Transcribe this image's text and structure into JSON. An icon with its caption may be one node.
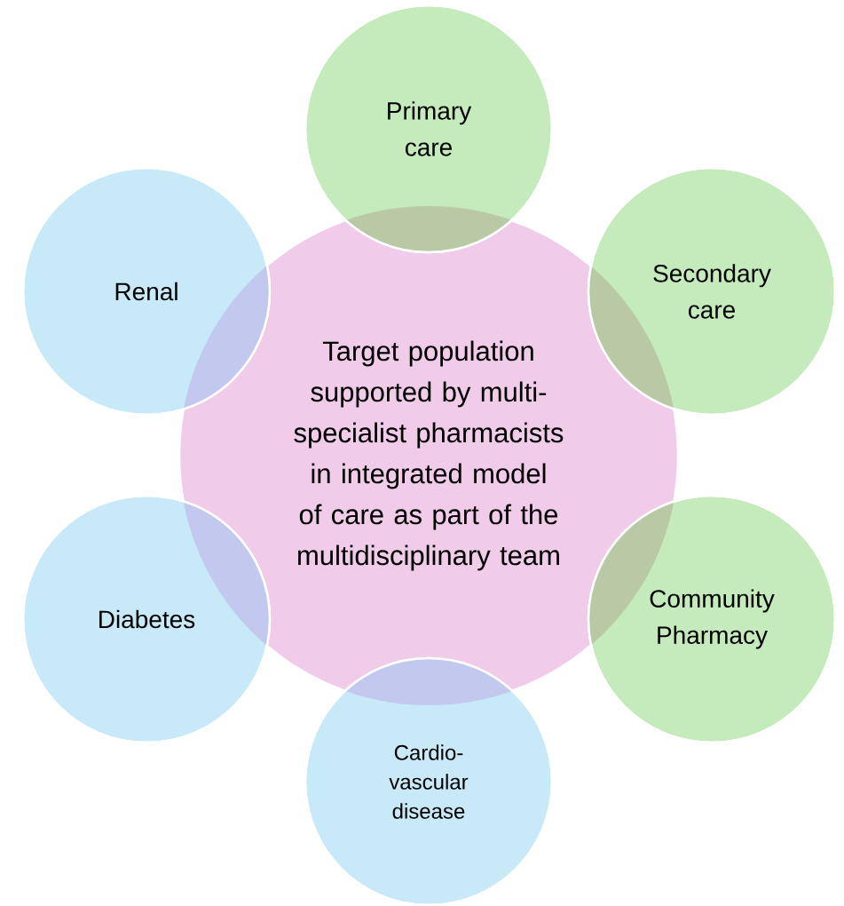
{
  "diagram": {
    "nodes": [
      {
        "text": [
          "Target population supported by multi-specialist pharmacists in integrated model of care as part of the multidisciplinary team"
        ]
      },
      {
        "text": [
          "Primary care"
        ]
      },
      {
        "text": [
          "Secondary care"
        ]
      },
      {
        "text": [
          "Community Pharmacy"
        ]
      },
      {
        "text": [
          "Cardio- vascular disease"
        ]
      },
      {
        "text": [
          "Diabetes"
        ]
      },
      {
        "text": [
          "Renal"
        ]
      }
    ]
  }
}
